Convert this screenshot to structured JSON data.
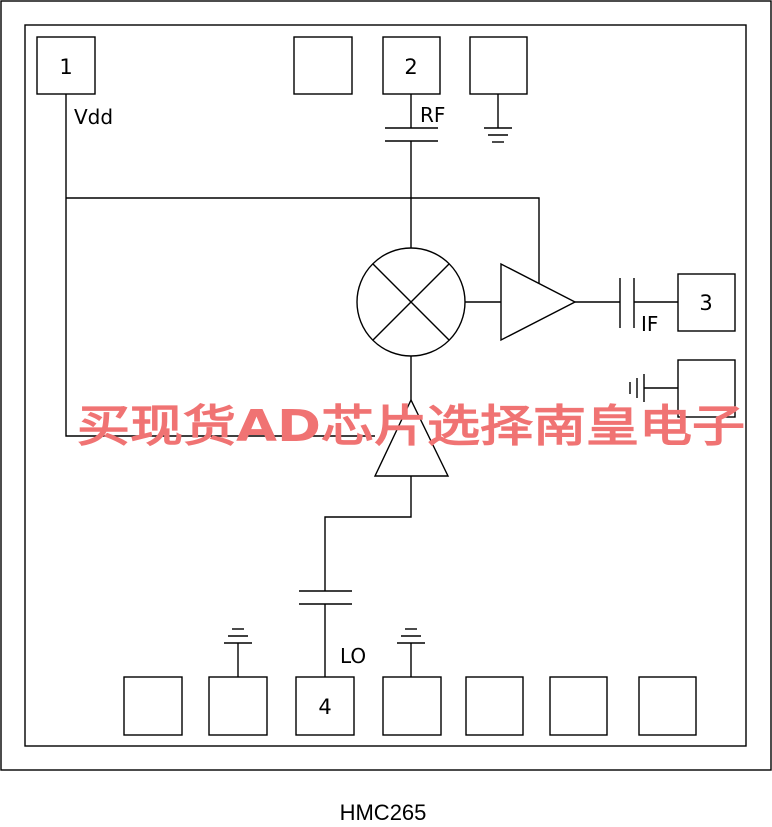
{
  "pins": {
    "p1": "1",
    "p2": "2",
    "p3": "3",
    "p4": "4"
  },
  "labels": {
    "vdd": "Vdd",
    "rf": "RF",
    "if": "IF",
    "lo": "LO"
  },
  "watermark": "买现货AD芯片选择南皇电子",
  "caption": "HMC265"
}
